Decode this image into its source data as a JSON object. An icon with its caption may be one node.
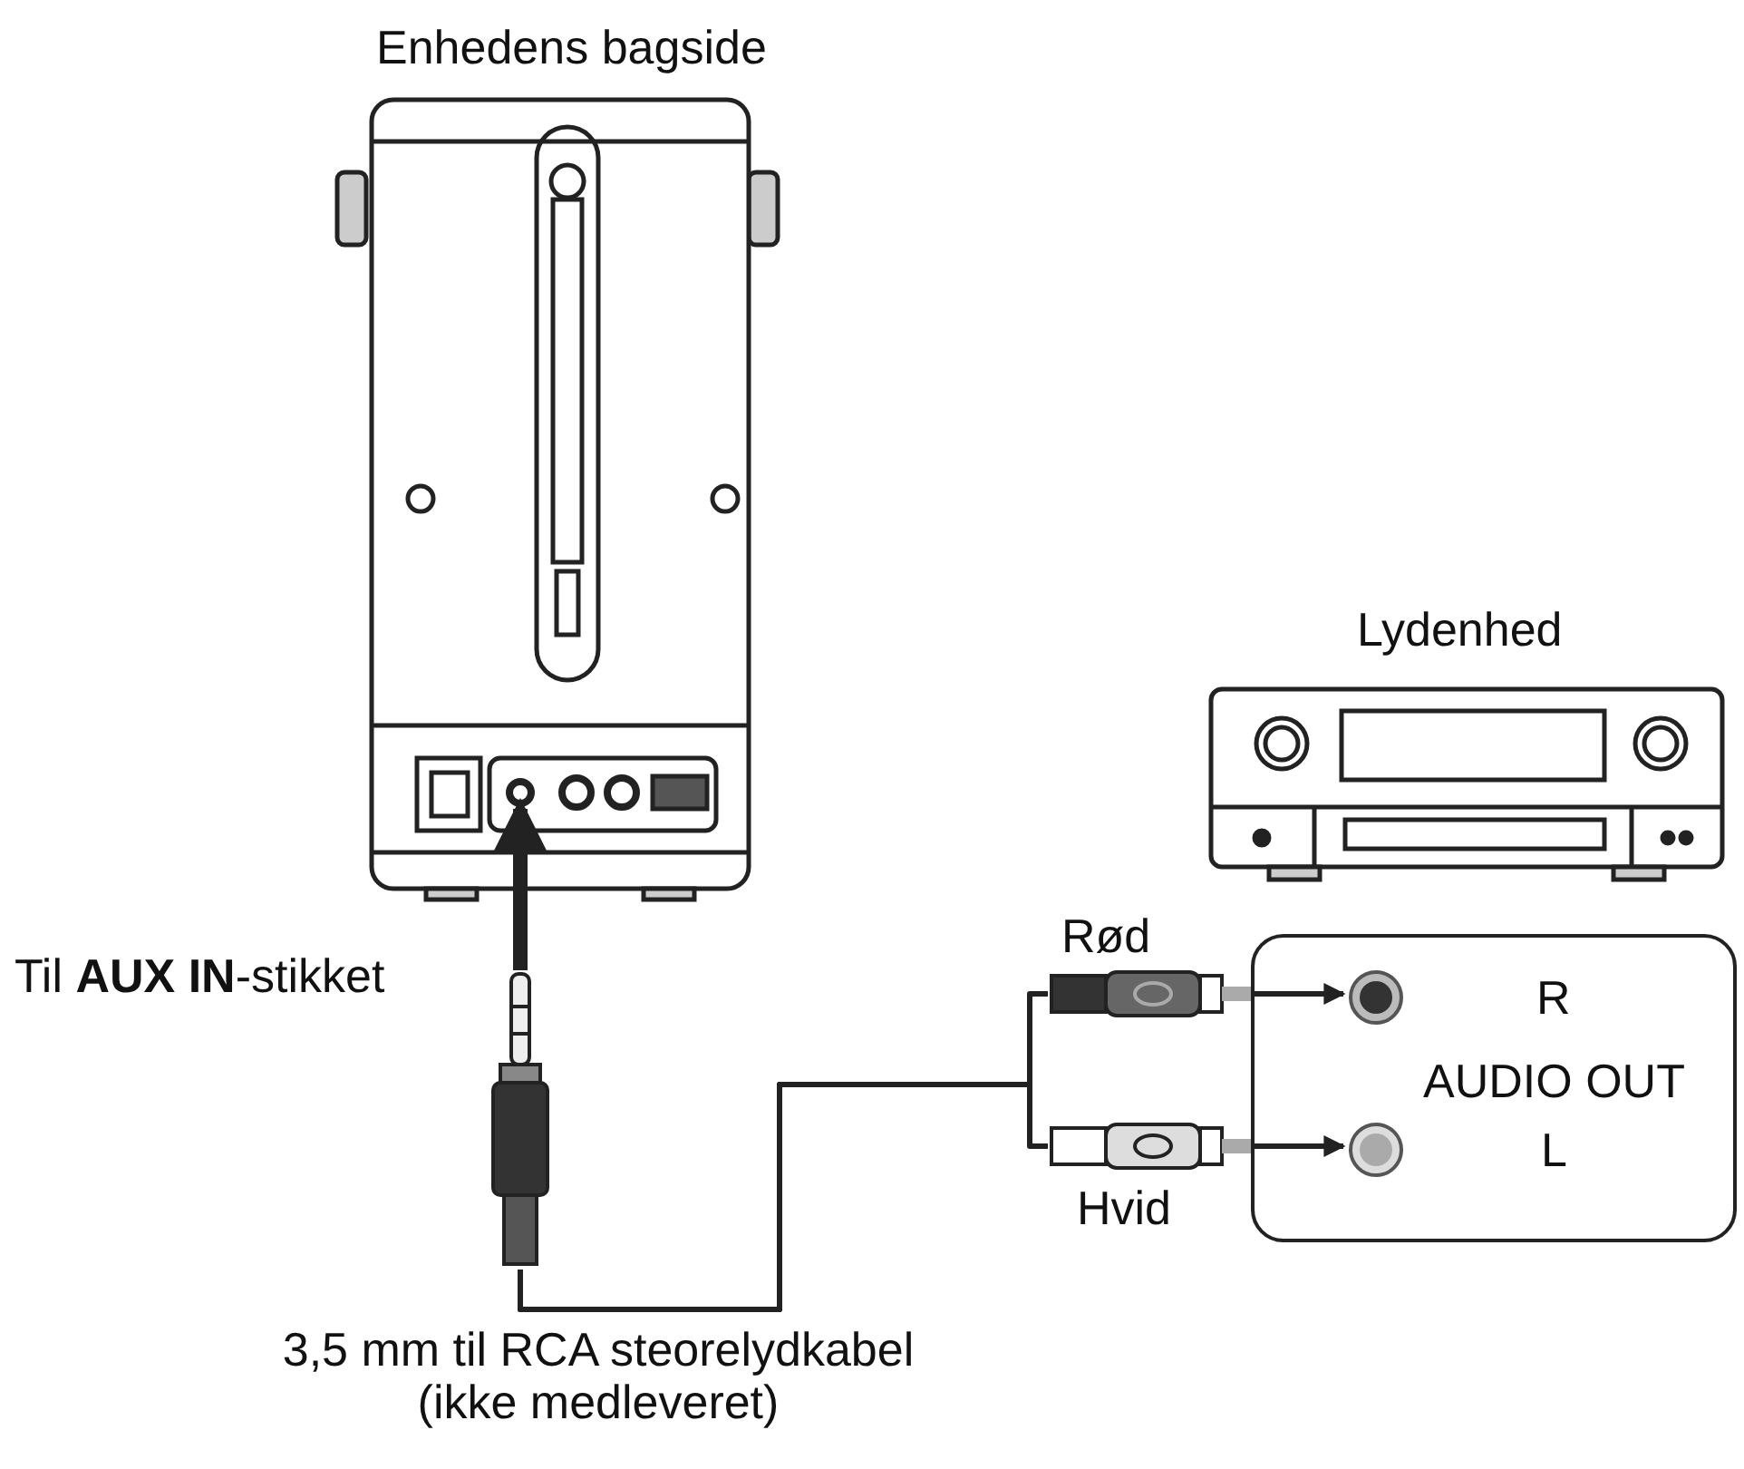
{
  "diagram": {
    "nodes": [
      {
        "text": [
          "Enhedens bagside"
        ]
      },
      {
        "text": [],
        "shape": "circle",
        "in": 0
      },
      {
        "text": [],
        "shape": "plug",
        "beside": [
          "Til **AUX IN**-stikket"
        ]
      },
      {
        "text": [
          "Lydenhed"
        ]
      },
      {
        "text": [
          "AUDIO OUT"
        ]
      },
      {
        "text": [],
        "shape": "circle",
        "in": 4,
        "beside": [
          "R"
        ]
      },
      {
        "text": [],
        "shape": "circle",
        "in": 4,
        "beside": [
          "L"
        ]
      },
      {
        "text": [],
        "shape": "plug",
        "beside": [
          "Rød"
        ]
      },
      {
        "text": [],
        "shape": "plug",
        "beside": [
          "Hvid"
        ]
      }
    ],
    "edges": [
      {
        "from": 2,
        "to": 1,
        "arrow": "to",
        "style": "thick"
      },
      {
        "from": 2,
        "to": 7,
        "arrow": "none"
      },
      {
        "from": 2,
        "to": 8,
        "arrow": "none"
      },
      {
        "from": 7,
        "to": 5,
        "arrow": "to"
      },
      {
        "from": 8,
        "to": 6,
        "arrow": "to"
      }
    ],
    "labels": [
      "3,5 mm til RCA steorelydkabel (ikke medleveret)"
    ]
  }
}
